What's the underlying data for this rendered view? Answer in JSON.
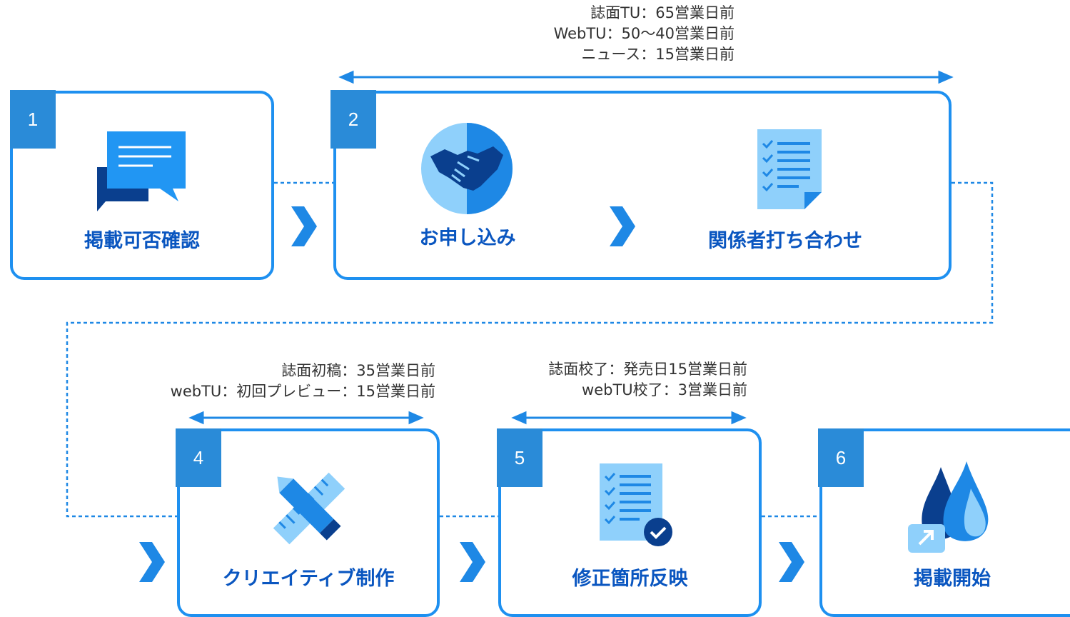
{
  "steps": [
    {
      "num": "1",
      "label": "掲載可否確認"
    },
    {
      "num": "2",
      "label_a": "お申し込み",
      "label_b": "関係者打ち合わせ"
    },
    {
      "num": "4",
      "label": "クリエイティブ制作"
    },
    {
      "num": "5",
      "label": "修正箇所反映"
    },
    {
      "num": "6",
      "label": "掲載開始"
    }
  ],
  "notes": {
    "step2": [
      "誌面TU：65営業日前",
      "WebTU：50〜40営業日前",
      "ニュース：15営業日前"
    ],
    "step4": [
      "誌面初稿：35営業日前",
      "webTU：初回プレビュー：15営業日前"
    ],
    "step5": [
      "誌面校了：発売日15営業日前",
      "webTU校了：3営業日前"
    ]
  },
  "icons": {
    "step1": "chat-bubbles-icon",
    "step2a": "handshake-icon",
    "step2b": "checklist-document-icon",
    "step4": "pencil-ruler-icon",
    "step5": "checklist-approved-icon",
    "step6": "flame-launch-icon"
  },
  "colors": {
    "border": "#1e90f0",
    "label": "#0a56c0",
    "badge": "#2a8bd8",
    "chevron": "#1e88e5"
  }
}
